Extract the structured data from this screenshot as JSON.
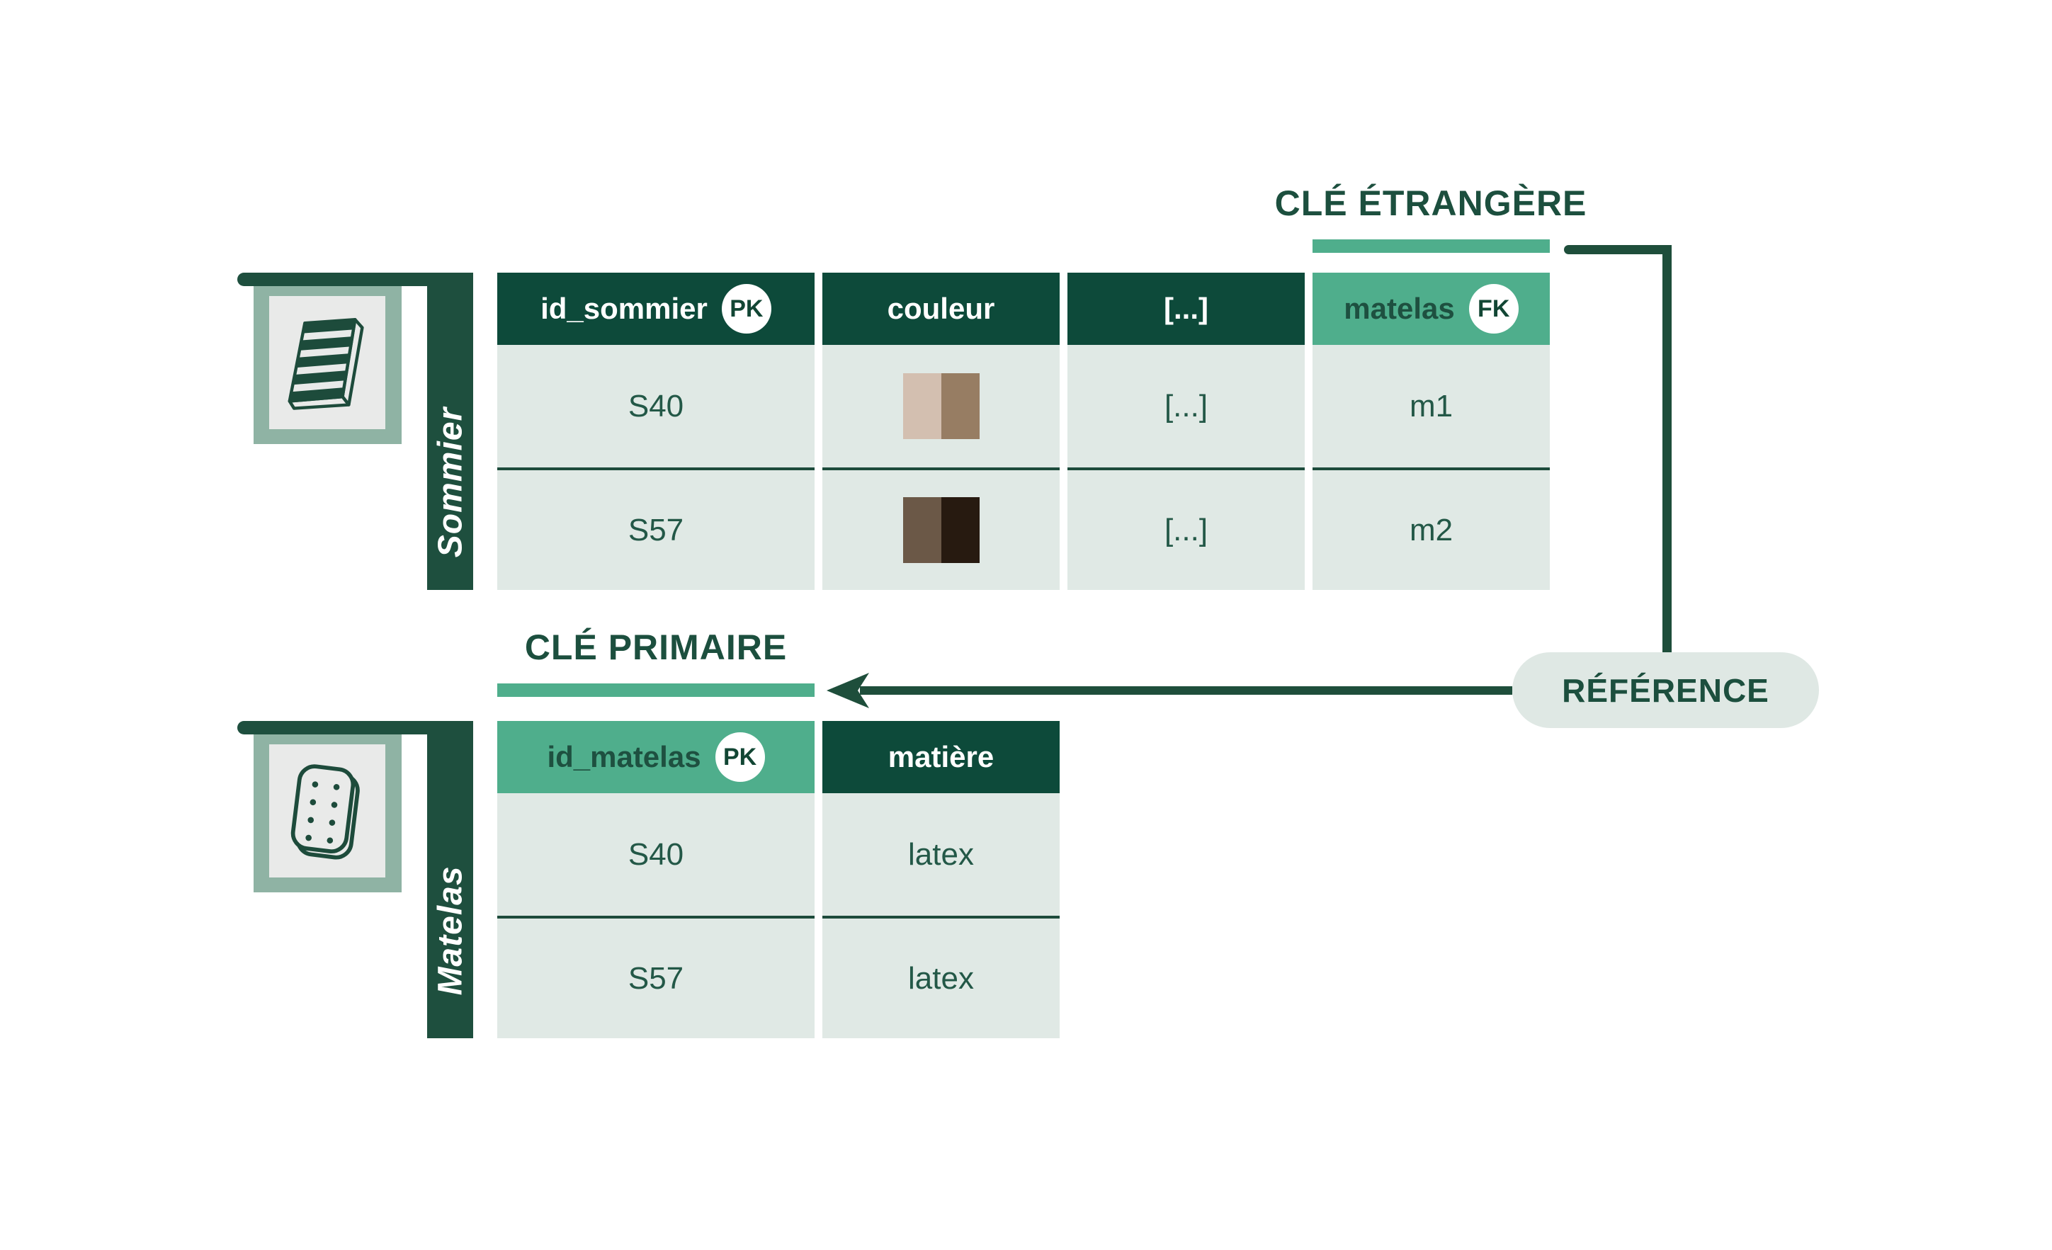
{
  "diagram": {
    "foreign_key_label": "CLÉ ÉTRANGÈRE",
    "primary_key_label": "CLÉ PRIMAIRE",
    "reference_label": "RÉFÉRENCE"
  },
  "sommier_table": {
    "name": "Sommier",
    "icon": "bed-base-icon",
    "headers": [
      {
        "label": "id_sommier",
        "badge": "PK"
      },
      {
        "label": "couleur"
      },
      {
        "label": "[...]"
      },
      {
        "label": "matelas",
        "badge": "FK"
      }
    ],
    "rows": [
      {
        "id_sommier": "S40",
        "couleur": [
          "#D3BFB0",
          "#977D63"
        ],
        "more": "[...]",
        "matelas": "m1"
      },
      {
        "id_sommier": "S57",
        "couleur": [
          "#6B5847",
          "#271A10"
        ],
        "more": "[...]",
        "matelas": "m2"
      }
    ]
  },
  "matelas_table": {
    "name": "Matelas",
    "icon": "mattress-icon",
    "headers": [
      {
        "label": "id_matelas",
        "badge": "PK"
      },
      {
        "label": "matière"
      }
    ],
    "rows": [
      {
        "id_matelas": "S40",
        "matiere": "latex"
      },
      {
        "id_matelas": "S57",
        "matiere": "latex"
      }
    ]
  },
  "colors": {
    "header_dark_green": "#0D4A3A",
    "bar_dark_green": "#1E4F3E",
    "line_dark_green": "#1E4E3B",
    "teal_accent": "#4FAE8C",
    "cell_background": "#E0E9E5",
    "pill_background": "#DFE8E4",
    "icon_frame_sage": "#8FB3A4",
    "icon_tile_background": "#E9EAE9",
    "body_text_green": "#235847"
  }
}
